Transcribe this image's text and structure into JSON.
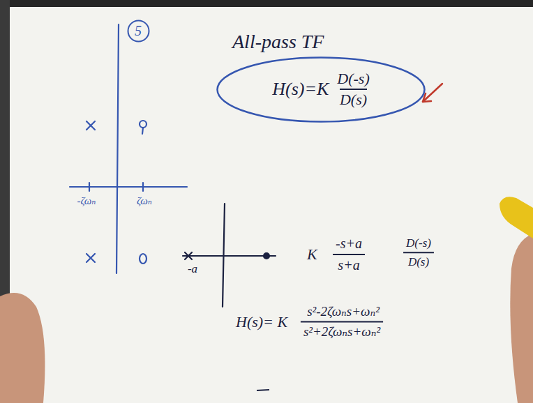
{
  "diagram": {
    "nodes": [
      {
        "text": [
          "5"
        ]
      },
      {
        "text": [
          "H(s)=K",
          "D(-s)",
          "D(s)"
        ]
      }
    ],
    "labels": [
      "All-pass TF",
      "-ζωₙ",
      "ζωₙ",
      "-a",
      "K",
      "-s+a",
      "s+a",
      "D(-s)",
      "D(s)",
      "H(s)= K",
      "s²-2ζωₙs+ωₙ²",
      "s²+2ζωₙs+ωₙ²"
    ]
  }
}
